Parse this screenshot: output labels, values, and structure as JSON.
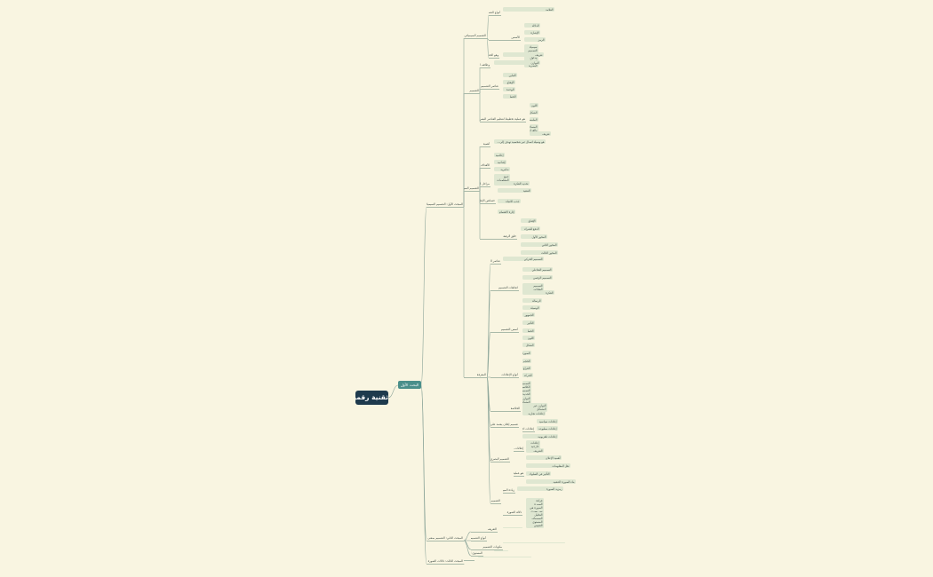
{
  "mindmap": {
    "root": "ثقنية رقمية",
    "main": "البحث الأول",
    "nodes": [
      {
        "id": "n1",
        "text": "المبحث الأول: التصميم السيميائي"
      },
      {
        "id": "n2",
        "text": "المبحث الثاني: التصميم بمعنى المعنى"
      },
      {
        "id": "n3",
        "text": "المبحث الثالث: دلالات الصورة"
      },
      {
        "id": "a1",
        "text": "التصميم السيميائي"
      },
      {
        "id": "a2",
        "text": "التصميم"
      },
      {
        "id": "a3",
        "text": "التصميم السيميائي"
      },
      {
        "id": "b1",
        "text": "المعرفة"
      },
      {
        "id": "b2",
        "text": "أنواع التصميم السيميائي"
      },
      {
        "id": "b3",
        "text": "الأسس"
      },
      {
        "id": "c1",
        "text": "وهو الخطاب عبر مفهوم البيانات التي تختص بها..."
      },
      {
        "id": "c2",
        "text": "العلامة"
      },
      {
        "id": "c3",
        "text": "الدلالة"
      },
      {
        "id": "c4",
        "text": "الإشارة"
      },
      {
        "id": "c5",
        "text": "الرمز"
      },
      {
        "id": "c6",
        "text": "سيمياء التصميم عبر مدلول الرسالة البصرية"
      },
      {
        "id": "d1",
        "text": "تعريف"
      },
      {
        "id": "d2",
        "text": "وظائف التصميم"
      },
      {
        "id": "d3",
        "text": "عناصر التصميم الأساسية"
      },
      {
        "id": "e1",
        "text": "هو عملية تخطيط لتنظيم العناصر البصرية بطريقة..."
      },
      {
        "id": "e2",
        "text": "التوازن"
      },
      {
        "id": "e3",
        "text": "التباين"
      },
      {
        "id": "e4",
        "text": "الإيقاع"
      },
      {
        "id": "e5",
        "text": "الوحدة"
      },
      {
        "id": "e6",
        "text": "الخط"
      },
      {
        "id": "e7",
        "text": "اللون"
      },
      {
        "id": "e8",
        "text": "الشكل"
      },
      {
        "id": "e9",
        "text": "الملمس"
      },
      {
        "id": "e10",
        "text": "المساحة والفراغ"
      },
      {
        "id": "f1",
        "text": "تعريف"
      },
      {
        "id": "f2",
        "text": "أهمية"
      },
      {
        "id": "f3",
        "text": "الأهداف"
      },
      {
        "id": "f4",
        "text": "مراحل التصميم"
      },
      {
        "id": "f5",
        "text": "خصائص الإعلان الفعال"
      },
      {
        "id": "g1",
        "text": "هو وسيلة اتصال غير شخصية تهدف إلى..."
      },
      {
        "id": "g2",
        "text": "إعلامية"
      },
      {
        "id": "g3",
        "text": "إقناعية"
      },
      {
        "id": "g4",
        "text": "تذكيرية"
      },
      {
        "id": "g5",
        "text": "جمع المعلومات"
      },
      {
        "id": "g6",
        "text": "تحديد الفكرة"
      },
      {
        "id": "g7",
        "text": "التنفيذ"
      },
      {
        "id": "g8",
        "text": "جذب الانتباه"
      },
      {
        "id": "g9",
        "text": "إثارة الاهتمام"
      },
      {
        "id": "g10",
        "text": "خلق الرغبة"
      },
      {
        "id": "g11",
        "text": "الإقناع"
      },
      {
        "id": "g12",
        "text": "الدفع للشراء"
      },
      {
        "id": "h1",
        "text": "المحور الأول"
      },
      {
        "id": "h2",
        "text": "المحور الثاني"
      },
      {
        "id": "h3",
        "text": "المحور الثالث"
      },
      {
        "id": "i1",
        "text": "التعريف"
      },
      {
        "id": "i2",
        "text": "أنواع التصميم السيميائي"
      },
      {
        "id": "i3",
        "text": "مكونات التصميم"
      },
      {
        "id": "i4",
        "text": "عناصر التصميم"
      },
      {
        "id": "i5",
        "text": "اتجاهات التصميم"
      },
      {
        "id": "i6",
        "text": "أسس التصميم"
      },
      {
        "id": "i7",
        "text": "أنواع الإعلانات"
      },
      {
        "id": "i8",
        "text": "الخلاصة"
      },
      {
        "id": "j1",
        "text": "تصميم إعلان يعتمد على الرموز والعلامات..."
      },
      {
        "id": "j2",
        "text": "التصميم البصري"
      },
      {
        "id": "j3",
        "text": "التصميم اللفظي"
      },
      {
        "id": "j4",
        "text": "التصميم الحركي"
      },
      {
        "id": "j5",
        "text": "التصميم التفاعلي"
      },
      {
        "id": "j6",
        "text": "التصميم الرقمي"
      },
      {
        "id": "j7",
        "text": "التصميم الطباعي"
      },
      {
        "id": "k1",
        "text": "الفكرة"
      },
      {
        "id": "k2",
        "text": "الرسالة"
      },
      {
        "id": "k3",
        "text": "الوسيلة"
      },
      {
        "id": "k4",
        "text": "الجمهور"
      },
      {
        "id": "k5",
        "text": "التأثير"
      },
      {
        "id": "l1",
        "text": "الخط"
      },
      {
        "id": "l2",
        "text": "اللون"
      },
      {
        "id": "l3",
        "text": "الشكل"
      },
      {
        "id": "l4",
        "text": "الصورة"
      },
      {
        "id": "l5",
        "text": "الحجم"
      },
      {
        "id": "l6",
        "text": "الفراغ"
      },
      {
        "id": "l7",
        "text": "الحركة"
      },
      {
        "id": "m1",
        "text": "التصميم الكلاسيكي"
      },
      {
        "id": "m2",
        "text": "التصميم الحديث"
      },
      {
        "id": "n4",
        "text": "التوازن المتماثل"
      },
      {
        "id": "n5",
        "text": "التوازن غير المتماثل"
      },
      {
        "id": "o1",
        "text": "إعلانات تجارية"
      },
      {
        "id": "o2",
        "text": "إعلانات اجتماعية"
      },
      {
        "id": "o3",
        "text": "إعلانات سياسية"
      },
      {
        "id": "p1",
        "text": "إعلانات مطبوعة"
      },
      {
        "id": "p2",
        "text": "إعلانات تلفزيونية"
      },
      {
        "id": "p3",
        "text": "إعلانات رقمية"
      },
      {
        "id": "p4",
        "text": "إعلانات خارجية"
      },
      {
        "id": "q1",
        "text": "التعريف"
      },
      {
        "id": "q2",
        "text": "أهمية الإعلان"
      },
      {
        "id": "q3",
        "text": "هو عملية تواصل بين المرسل والمستقبل..."
      },
      {
        "id": "q4",
        "text": "نقل المعلومات"
      },
      {
        "id": "q5",
        "text": "التأثير في السلوك"
      },
      {
        "id": "q6",
        "text": "بناء الصورة الذهنية"
      },
      {
        "id": "q7",
        "text": "زيادة المبيعات"
      },
      {
        "id": "r1",
        "text": "رمزية الصورة"
      },
      {
        "id": "r2",
        "text": "دلالة الصورة"
      },
      {
        "id": "r3",
        "text": "قراءة الصورة"
      },
      {
        "id": "r4",
        "text": "الصورة هي نص بصري يحمل دلالات متعددة..."
      },
      {
        "id": "r5",
        "text": "التحليل السيميائي للصورة"
      },
      {
        "id": "r6",
        "text": "المستوى التعييني"
      },
      {
        "id": "r7",
        "text": "المستوى التضميني"
      }
    ]
  }
}
